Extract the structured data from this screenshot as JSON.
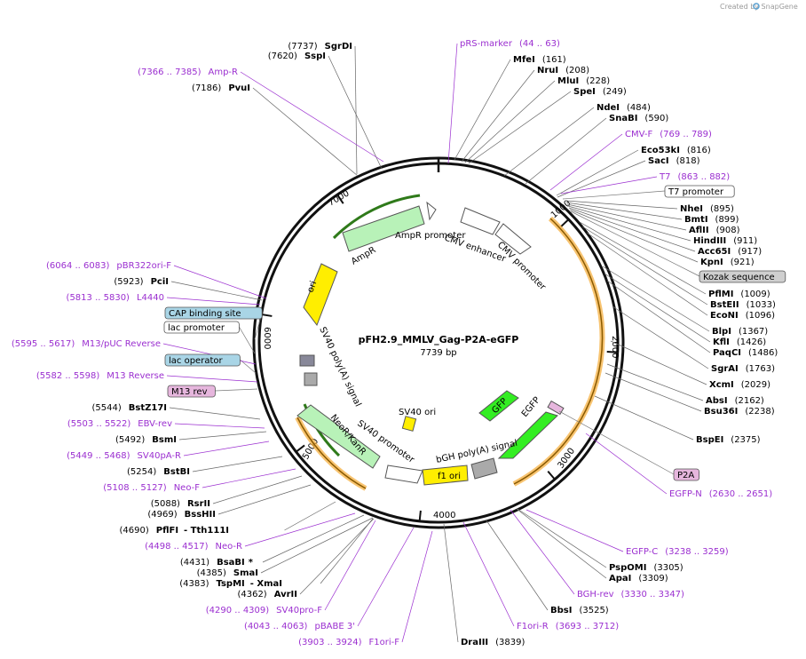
{
  "credit": "Created by SnapGene",
  "title": "pFH2.9_MMLV_Gag-P2A-eGFP",
  "length": "7739 bp",
  "colors": {
    "primer": "#9b2fd0",
    "blue_box": "#a9d5e6",
    "pink_box": "#e6b6dd",
    "grey_box": "#cfcfcf",
    "arrow_green": "#b8f2b8",
    "arrow_yellow": "#ffee00",
    "arrow_bright": "#33ee22",
    "orange": "#f5b041"
  },
  "ticks": [
    "1000",
    "2000",
    "3000",
    "4000",
    "5000",
    "6000",
    "7000"
  ],
  "labels": [
    {
      "p": "(7737)",
      "n": "SgrDI"
    },
    {
      "p": "(7620)",
      "n": "SspI"
    },
    {
      "r": "(7366 .. 7385)",
      "n": "Amp-R"
    },
    {
      "p": "(7186)",
      "n": "PvuI"
    },
    {
      "n": "pRS-marker",
      "r": "(44 .. 63)"
    },
    {
      "n": "MfeI",
      "p": "(161)"
    },
    {
      "n": "NruI",
      "p": "(208)"
    },
    {
      "n": "MluI",
      "p": "(228)"
    },
    {
      "n": "SpeI",
      "p": "(249)"
    },
    {
      "n": "NdeI",
      "p": "(484)"
    },
    {
      "n": "SnaBI",
      "p": "(590)"
    },
    {
      "n": "CMV-F",
      "r": "(769 .. 789)"
    },
    {
      "n": "Eco53kI",
      "p": "(816)"
    },
    {
      "n": "SacI",
      "p": "(818)"
    },
    {
      "n": "T7",
      "r": "(863 .. 882)"
    },
    {
      "n": "T7 promoter"
    },
    {
      "n": "NheI",
      "p": "(895)"
    },
    {
      "n": "BmtI",
      "p": "(899)"
    },
    {
      "n": "AflII",
      "p": "(908)"
    },
    {
      "n": "HindIII",
      "p": "(911)"
    },
    {
      "n": "Acc65I",
      "p": "(917)"
    },
    {
      "n": "KpnI",
      "p": "(921)"
    },
    {
      "n": "Kozak sequence"
    },
    {
      "n": "PflMI",
      "p": "(1009)"
    },
    {
      "n": "BstEII",
      "p": "(1033)"
    },
    {
      "n": "EcoNI",
      "p": "(1096)"
    },
    {
      "n": "BlpI",
      "p": "(1367)"
    },
    {
      "n": "KflI",
      "p": "(1426)"
    },
    {
      "n": "PaqCI",
      "p": "(1486)"
    },
    {
      "n": "SgrAI",
      "p": "(1763)"
    },
    {
      "n": "XcmI",
      "p": "(2029)"
    },
    {
      "n": "AbsI",
      "p": "(2162)"
    },
    {
      "n": "Bsu36I",
      "p": "(2238)"
    },
    {
      "n": "BspEI",
      "p": "(2375)"
    },
    {
      "n": "P2A"
    },
    {
      "n": "EGFP-N",
      "r": "(2630 .. 2651)"
    },
    {
      "n": "EGFP-C",
      "r": "(3238 .. 3259)"
    },
    {
      "n": "PspOMI",
      "p": "(3305)"
    },
    {
      "n": "ApaI",
      "p": "(3309)"
    },
    {
      "n": "BGH-rev",
      "r": "(3330 .. 3347)"
    },
    {
      "n": "BbsI",
      "p": "(3525)"
    },
    {
      "n": "F1ori-R",
      "r": "(3693 .. 3712)"
    },
    {
      "n": "DraIII",
      "p": "(3839)"
    },
    {
      "r": "(3903 .. 3924)",
      "n": "F1ori-F"
    },
    {
      "r": "(4043 .. 4063)",
      "n": "pBABE 3'"
    },
    {
      "r": "(4290 .. 4309)",
      "n": "SV40pro-F"
    },
    {
      "p": "(4362)",
      "n": "AvrII"
    },
    {
      "p": "(4383)",
      "n": "TspMI",
      "x": "XmaI"
    },
    {
      "p": "(4385)",
      "n": "SmaI"
    },
    {
      "p": "(4431)",
      "n": "BsaBI",
      "s": "*"
    },
    {
      "r": "(4498 .. 4517)",
      "n": "Neo-R"
    },
    {
      "p": "(4690)",
      "n": "PflFI",
      "x": "Tth111I"
    },
    {
      "p": "(4969)",
      "n": "BssHII"
    },
    {
      "p": "(5088)",
      "n": "RsrII"
    },
    {
      "r": "(5108 .. 5127)",
      "n": "Neo-F"
    },
    {
      "p": "(5254)",
      "n": "BstBI"
    },
    {
      "r": "(5449 .. 5468)",
      "n": "SV40pA-R"
    },
    {
      "p": "(5492)",
      "n": "BsmI"
    },
    {
      "r": "(5503 .. 5522)",
      "n": "EBV-rev"
    },
    {
      "p": "(5544)",
      "n": "BstZ17I"
    },
    {
      "n": "M13 rev"
    },
    {
      "r": "(5582 .. 5598)",
      "n": "M13 Reverse"
    },
    {
      "n": "lac operator"
    },
    {
      "r": "(5595 .. 5617)",
      "n": "M13/pUC Reverse"
    },
    {
      "n": "lac promoter"
    },
    {
      "n": "CAP binding site"
    },
    {
      "r": "(5813 .. 5830)",
      "n": "L4440"
    },
    {
      "p": "(5923)",
      "n": "PciI"
    },
    {
      "r": "(6064 .. 6083)",
      "n": "pBR322ori-F"
    }
  ],
  "features": [
    "AmpR promoter",
    "AmpR",
    "CMV enhancer",
    "CMV promoter",
    "ori",
    "SV40 poly(A) signal",
    "NeoR/KanR",
    "SV40 promoter",
    "SV40 ori",
    "f1 ori",
    "bGH poly(A) signal",
    "EGFP",
    "GFP"
  ]
}
